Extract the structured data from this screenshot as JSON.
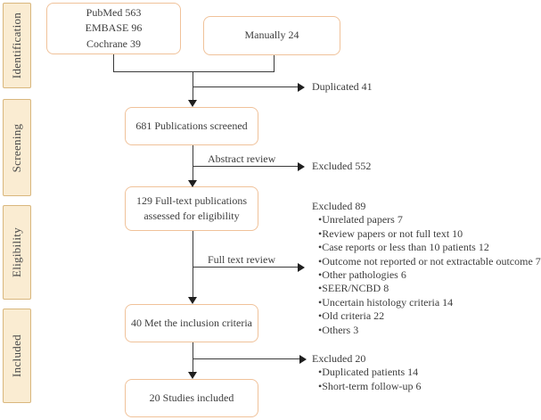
{
  "sidebar": {
    "stages": [
      {
        "label": "Identification"
      },
      {
        "label": "Screening"
      },
      {
        "label": "Eligibility"
      },
      {
        "label": "Included"
      }
    ]
  },
  "flow": {
    "sources_box": "PubMed 563\nEMBASE 96\nCochrane 39",
    "manual_box": "Manually 24",
    "screened_box": "681 Publications screened",
    "fulltext_box": "129 Full-text publications\nassessed for eligibility",
    "inclusion_box": "40 Met the inclusion criteria",
    "included_box": "20 Studies included"
  },
  "edge_labels": {
    "abstract_review": "Abstract review",
    "full_text_review": "Full text review"
  },
  "side_notes": {
    "duplicated": "Duplicated 41",
    "excluded_screening": "Excluded 552",
    "excluded_fulltext": {
      "header": "Excluded 89",
      "items": [
        "Unrelated papers 7",
        "Review papers or not full text 10",
        "Case reports or less than 10 patients 12",
        "Outcome not reported or not extractable outcome 7",
        "Other pathologies 6",
        "SEER/NCBD 8",
        "Uncertain histology criteria 14",
        "Old criteria 22",
        "Others 3"
      ]
    },
    "excluded_inclusion": {
      "header": "Excluded 20",
      "items": [
        "Duplicated patients 14",
        "Short-term follow-up 6"
      ]
    }
  },
  "colors": {
    "box_border": "#f0c29a",
    "stage_fill": "#faecd2",
    "stage_border": "#d9b77d",
    "line": "#3a3a3a",
    "text": "#3d3d3d"
  }
}
